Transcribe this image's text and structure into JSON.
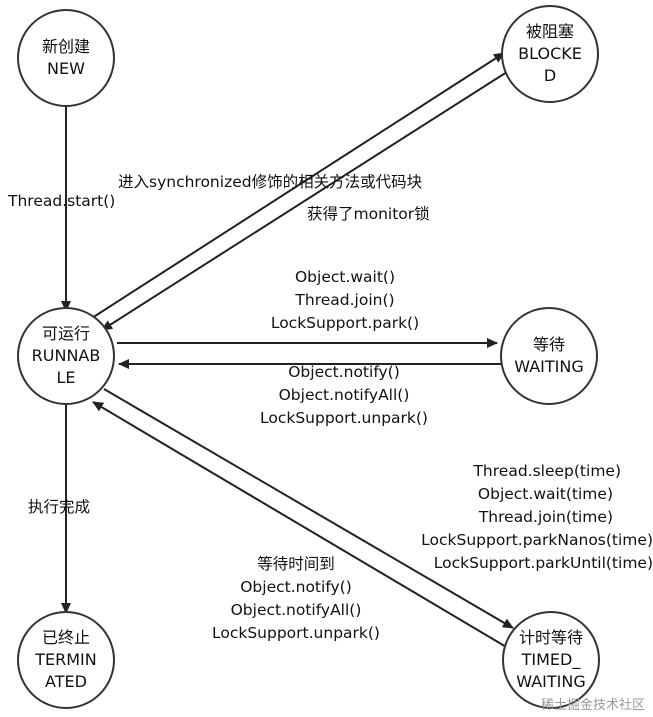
{
  "nodes": {
    "new": {
      "line1": "新创建",
      "line2": "NEW"
    },
    "blocked": {
      "line1": "被阻塞",
      "line2": "BLOCKE",
      "line3": "D"
    },
    "runnable": {
      "line1": "可运行",
      "line2": "RUNNAB",
      "line3": "LE"
    },
    "waiting": {
      "line1": "等待",
      "line2": "WAITING"
    },
    "terminated": {
      "line1": "已终止",
      "line2": "TERMIN",
      "line3": "ATED"
    },
    "timed_waiting": {
      "line1": "计时等待",
      "line2": "TIMED_",
      "line3": "WAITING"
    }
  },
  "edges": {
    "new_to_runnable": "Thread.start()",
    "runnable_to_blocked": "进入synchronized修饰的相关方法或代码块",
    "blocked_to_runnable": "获得了monitor锁",
    "runnable_to_waiting": [
      "Object.wait()",
      "Thread.join()",
      "LockSupport.park()"
    ],
    "waiting_to_runnable": [
      "Object.notify()",
      "Object.notifyAll()",
      "LockSupport.unpark()"
    ],
    "runnable_to_terminated": "执行完成",
    "runnable_to_timed_waiting": [
      "Thread.sleep(time)",
      "Object.wait(time)",
      "Thread.join(time)",
      "LockSupport.parkNanos(time)",
      "LockSupport.parkUntil(time)"
    ],
    "timed_waiting_to_runnable": [
      "等待时间到",
      "Object.notify()",
      "Object.notifyAll()",
      "LockSupport.unpark()"
    ]
  },
  "colors": {
    "stroke": "#222222",
    "background": "#ffffff"
  },
  "watermark": "稀土掘金技术社区"
}
